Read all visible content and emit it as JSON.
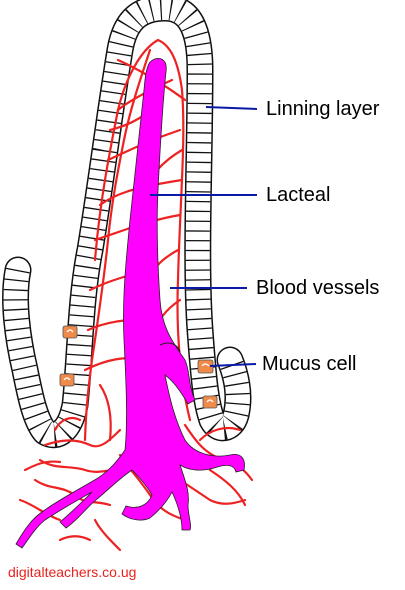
{
  "diagram": {
    "labels": {
      "lining_layer": "Linning layer",
      "lacteal": "Lacteal",
      "blood_vessels": "Blood vessels",
      "mucus_cell": "Mucus cell"
    },
    "credit": "digitalteachers.co.ug"
  },
  "colors": {
    "lacteal": "#ff00ff",
    "blood_vessels": "#ee2222",
    "leader_lines": "#0a1aa8",
    "mucus_cell": "#f08a4b",
    "outline": "#111111",
    "credit_text": "#e8231f"
  }
}
